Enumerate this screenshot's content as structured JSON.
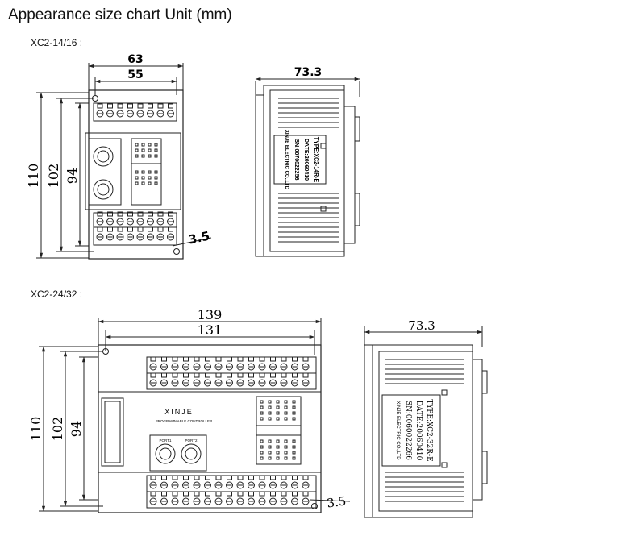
{
  "page": {
    "title": "Appearance size chart Unit (mm)"
  },
  "models": [
    {
      "name": "XC2-14/16 :",
      "dims": {
        "outer_width": "63",
        "hole_width": "55",
        "depth": "73.3",
        "outer_height": "110",
        "hole_height": "102",
        "body_height": "94",
        "hole_dia": "3.5"
      },
      "label_lines": [
        "TYPE:XC2-14R-E",
        "DATE:20060410",
        "SN:0070022256",
        "XINJE ELECTRIC CO.,LTD"
      ]
    },
    {
      "name": "XC2-24/32 :",
      "dims": {
        "outer_width": "139",
        "hole_width": "131",
        "depth": "73.3",
        "outer_height": "110",
        "hole_height": "102",
        "body_height": "94",
        "hole_dia": "3.5"
      },
      "brand": "XINJE",
      "brand_sub": "PROGRAMMABLE CONTROLLER",
      "ports": [
        "PORT1",
        "PORT2"
      ],
      "label_lines": [
        "TYPE:XC2-32R-E",
        "DATE:20060410",
        "SN:0060022266",
        "XINJE ELECTRIC CO.,LTD"
      ]
    }
  ]
}
